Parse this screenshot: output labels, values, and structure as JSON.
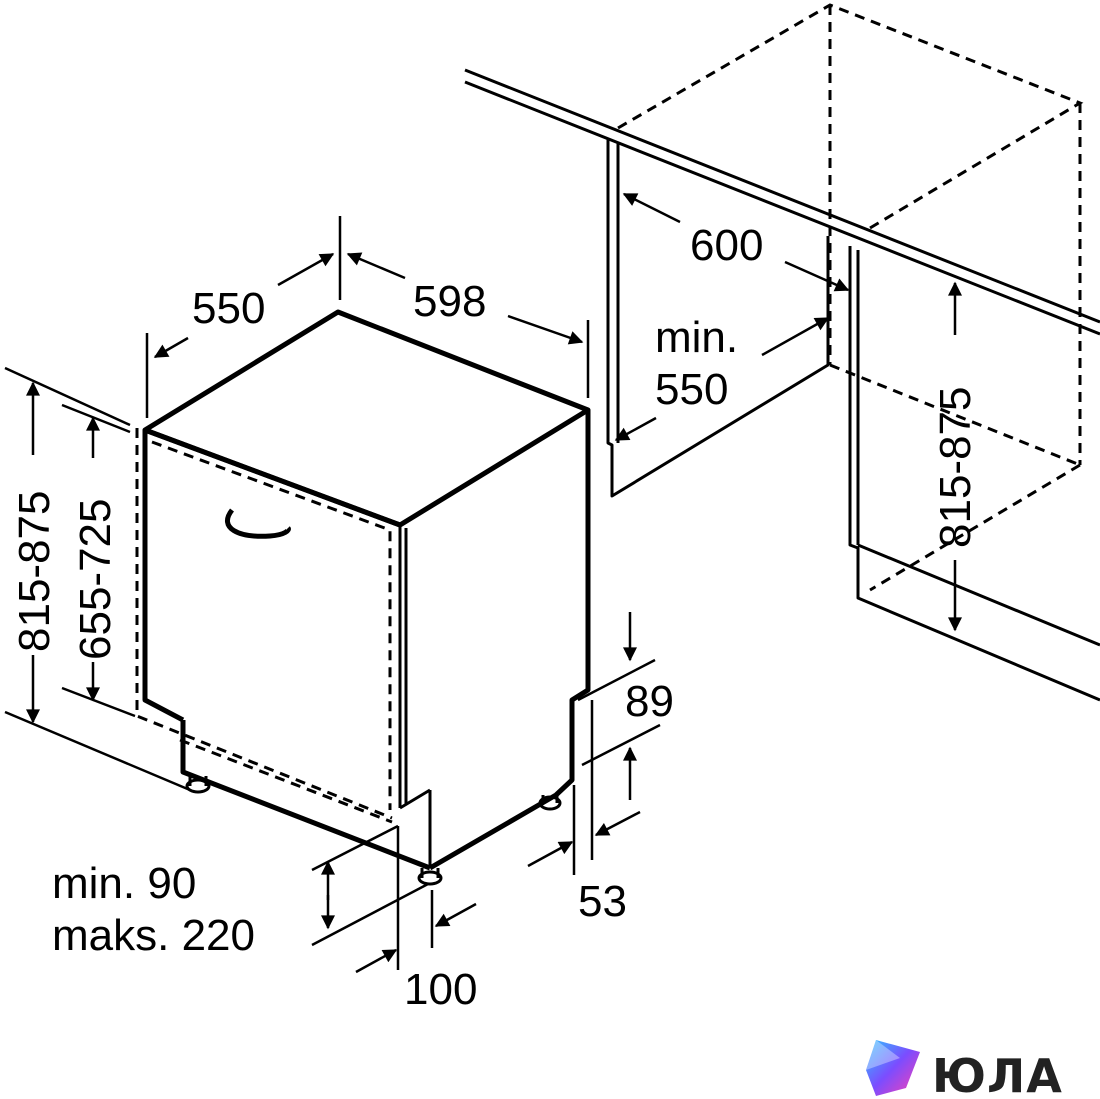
{
  "dimensions": {
    "depth_550": "550",
    "width_598": "598",
    "niche_600": "600",
    "niche_min_label": "min.",
    "niche_min_value": "550",
    "height_left_outer": "815-875",
    "height_left_inner": "655-725",
    "height_right": "815-875",
    "plinth_89": "89",
    "plinth_53": "53",
    "min_90": "min. 90",
    "maks_220": "maks. 220",
    "depth_100": "100"
  },
  "logo": {
    "text": "ЮЛА",
    "colors": [
      "#2ec5ff",
      "#7b4dff",
      "#ff3fb0"
    ]
  }
}
